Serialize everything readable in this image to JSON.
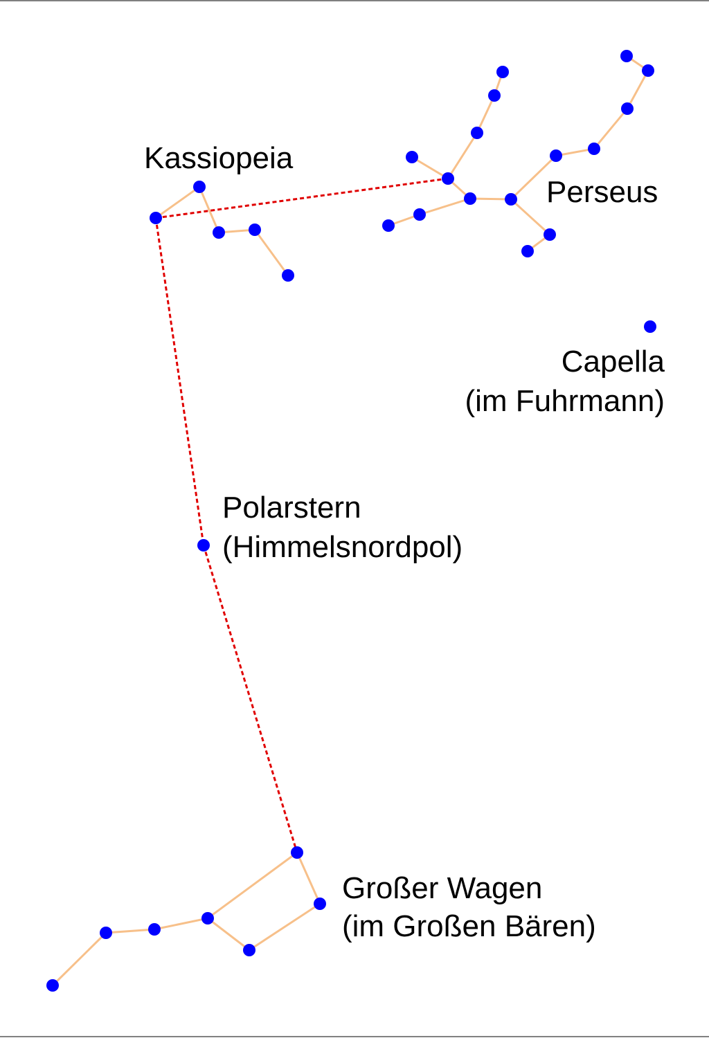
{
  "colors": {
    "star": "#0000ff",
    "constellation_line": "#f7c08a",
    "guide_line": "#e00000",
    "frame": "#808080"
  },
  "labels": {
    "kassiopeia": "Kassiopeia",
    "perseus": "Perseus",
    "capella_line1": "Capella",
    "capella_line2": "(im Fuhrmann)",
    "polarstern_line1": "Polarstern",
    "polarstern_line2": "(Himmelsnordpol)",
    "wagen_line1": "Großer Wagen",
    "wagen_line2": "(im Großen Bären)"
  }
}
